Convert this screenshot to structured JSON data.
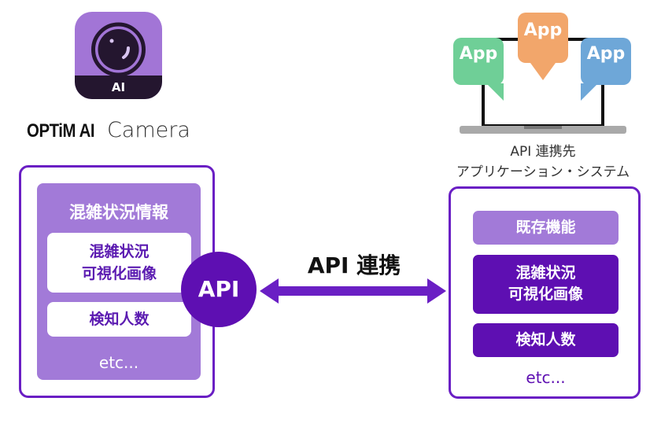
{
  "left_app": {
    "icon_badge": "AI",
    "brand_name": "OPTiM AI",
    "product_name": "Camera"
  },
  "left_panel": {
    "title": "混雑状況情報",
    "items": [
      {
        "lines": [
          "混雑状況",
          "可視化画像"
        ]
      },
      {
        "lines": [
          "検知人数"
        ]
      }
    ],
    "etc": "etc..."
  },
  "api_badge": "API",
  "connection_label": "API 連携",
  "right_app": {
    "app_bubbles": [
      {
        "label": "App",
        "color": "#6fcf97"
      },
      {
        "label": "App",
        "color": "#f2a66b"
      },
      {
        "label": "App",
        "color": "#6ea7d8"
      }
    ],
    "caption_lines": [
      "API 連携先",
      "アプリケーション・システム"
    ]
  },
  "right_panel": {
    "items": [
      {
        "lines": [
          "既存機能"
        ],
        "style": "light"
      },
      {
        "lines": [
          "混雑状況",
          "可視化画像"
        ],
        "style": "dark"
      },
      {
        "lines": [
          "検知人数"
        ],
        "style": "dark"
      }
    ],
    "etc": "etc..."
  },
  "colors": {
    "primary_purple": "#5e0fb2",
    "light_purple": "#a27ad8",
    "border_purple": "#6a1fc4"
  }
}
